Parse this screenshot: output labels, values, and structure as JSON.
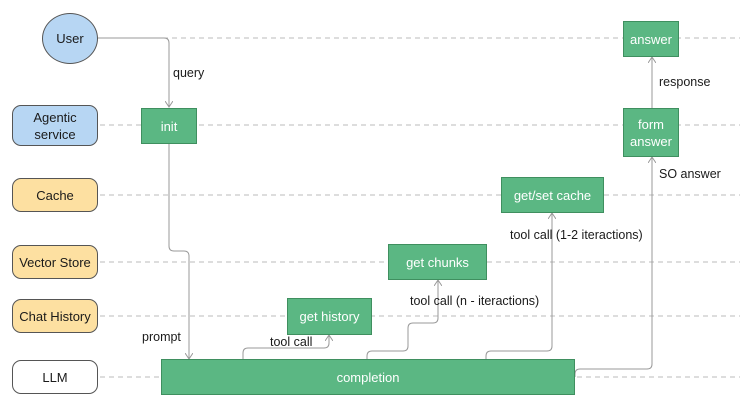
{
  "lanes": {
    "user": "User",
    "agentic": "Agentic service",
    "cache": "Cache",
    "vector": "Vector Store",
    "history": "Chat History",
    "llm": "LLM"
  },
  "steps": {
    "init": "init",
    "get_history": "get history",
    "get_chunks": "get chunks",
    "get_set_cache": "get/set cache",
    "completion": "completion",
    "form_answer": "form answer",
    "answer": "answer"
  },
  "labels": {
    "query": "query",
    "prompt": "prompt",
    "tool_call": "tool call",
    "tool_call_n": "tool call (n - iteractions)",
    "tool_call_12": "tool call (1-2 iteractions)",
    "so_answer": "SO answer",
    "response": "response"
  },
  "colors": {
    "lane_blue": "#b7d6f3",
    "lane_orange": "#fde0a1",
    "step_green": "#5bb783",
    "connector": "#999999",
    "dashed_line": "#bbbbbb"
  }
}
